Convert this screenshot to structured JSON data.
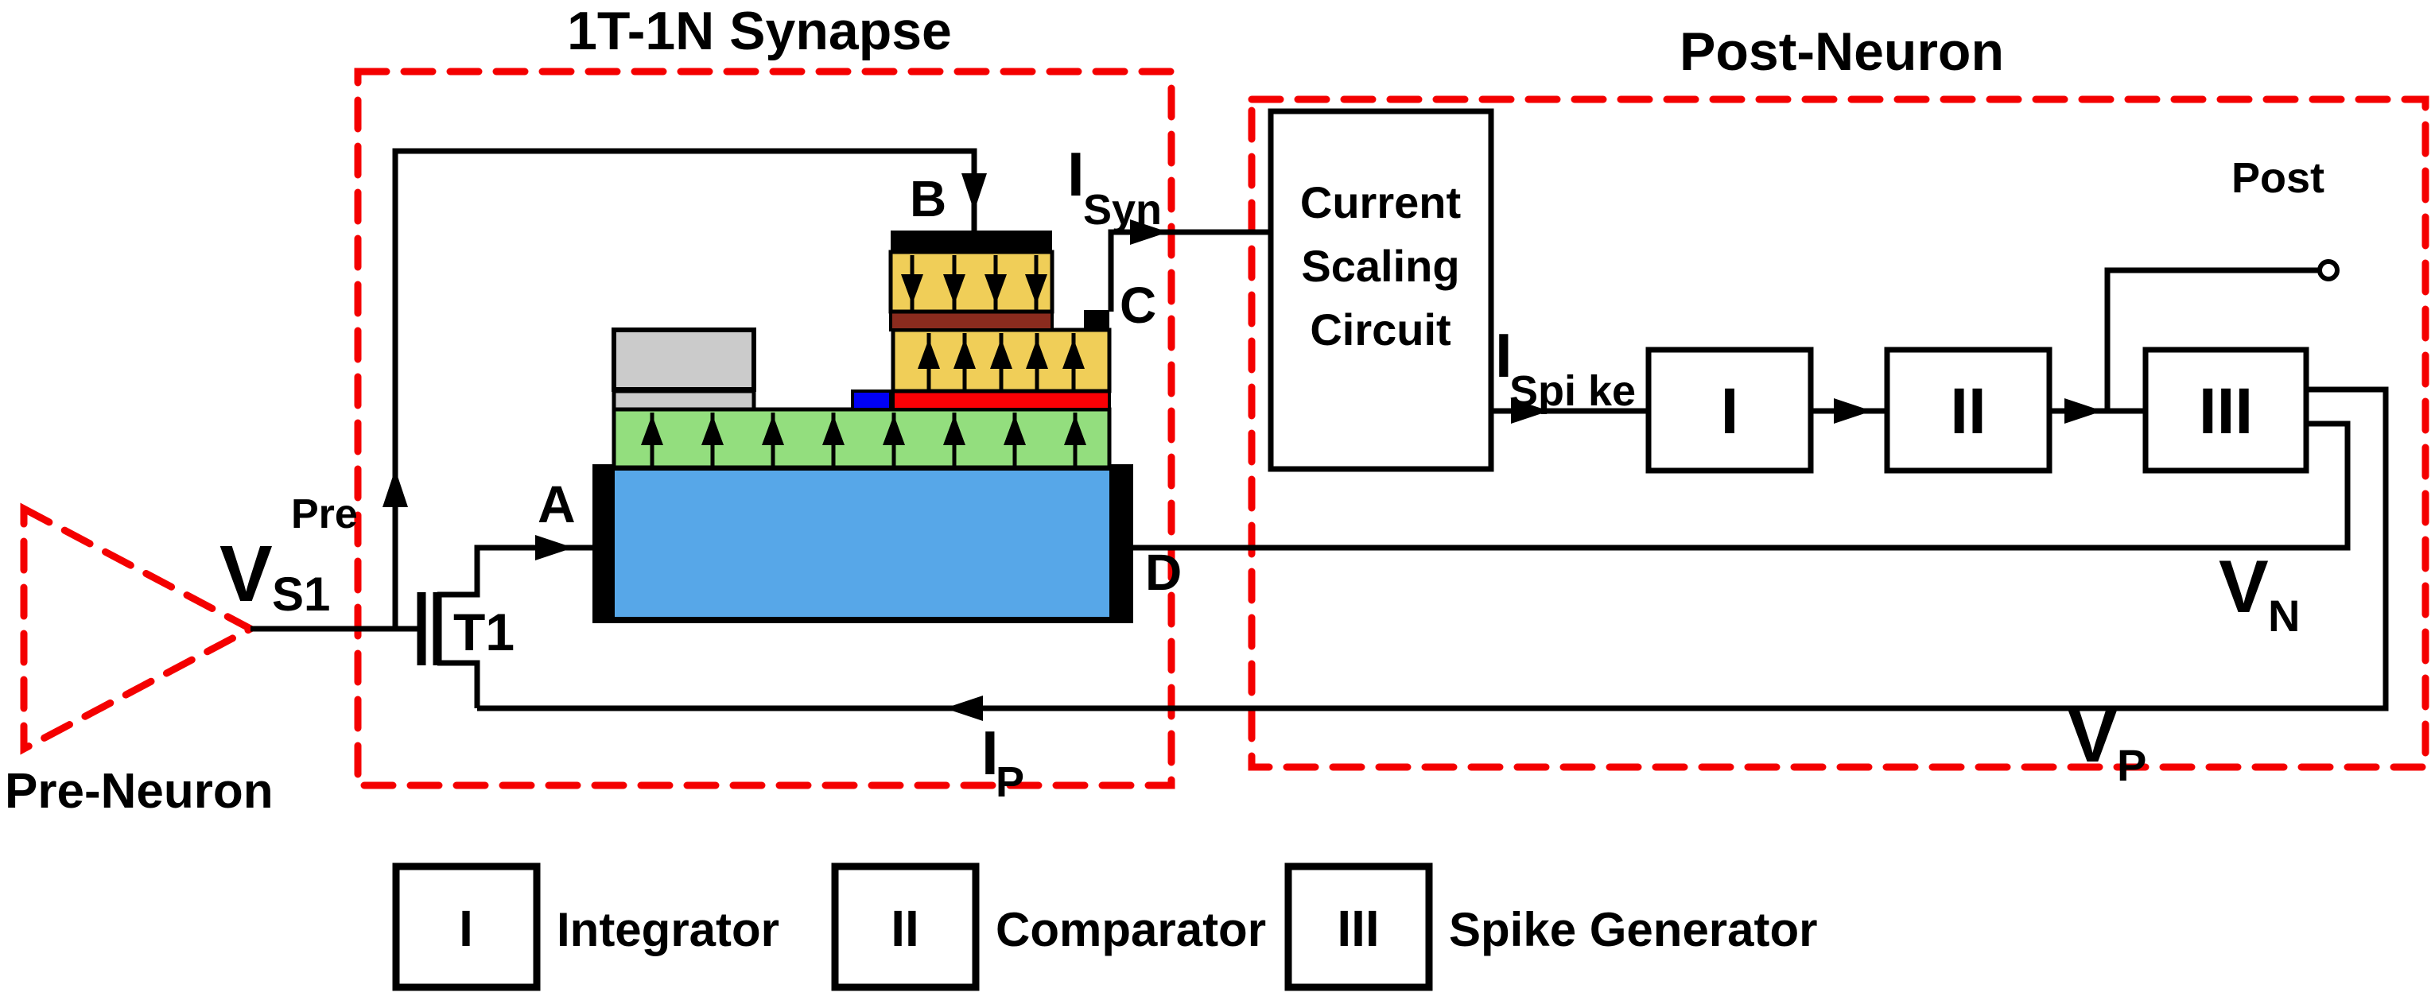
{
  "diagram": {
    "titles": {
      "synapse": "1T-1N Synapse",
      "post": "Post-Neuron",
      "pre": "Pre-Neuron"
    },
    "device": {
      "transistor": "T1",
      "terminals": {
        "a": "A",
        "b": "B",
        "c": "C",
        "d": "D"
      }
    },
    "signals": {
      "v_s1": {
        "base": "V",
        "sub": "S1",
        "sup": "Pre"
      },
      "i_syn": {
        "base": "I",
        "sub": "Syn"
      },
      "i_spike": {
        "base": "I",
        "sub": "Spi ke"
      },
      "i_p": {
        "base": "I",
        "sub": "P"
      },
      "v_n": {
        "base": "V",
        "sub": "N"
      },
      "v_p": {
        "base": "V",
        "sub": "P"
      },
      "post_terminal": "Post"
    },
    "current_scaling_circuit": {
      "lines": [
        "Current",
        "Scaling",
        "Circuit"
      ]
    },
    "blocks": {
      "integrator": "I",
      "comparator": "II",
      "spike_generator": "III"
    },
    "legend": [
      {
        "numeral": "I",
        "label": "Integrator"
      },
      {
        "numeral": "II",
        "label": "Comparator"
      },
      {
        "numeral": "III",
        "label": "Spike Generator"
      }
    ],
    "colors": {
      "outline_red": "#F40000",
      "wire_black": "#000000",
      "substrate_blue": "#57A7E8",
      "buffer_green": "#93DE7E",
      "piezo_yellow": "#F0CE58",
      "electrode_brown": "#8B2B1E",
      "electrode_red": "#FB0005",
      "contact_blue": "#0000F5",
      "mass_gray": "#CBCBCB"
    }
  }
}
